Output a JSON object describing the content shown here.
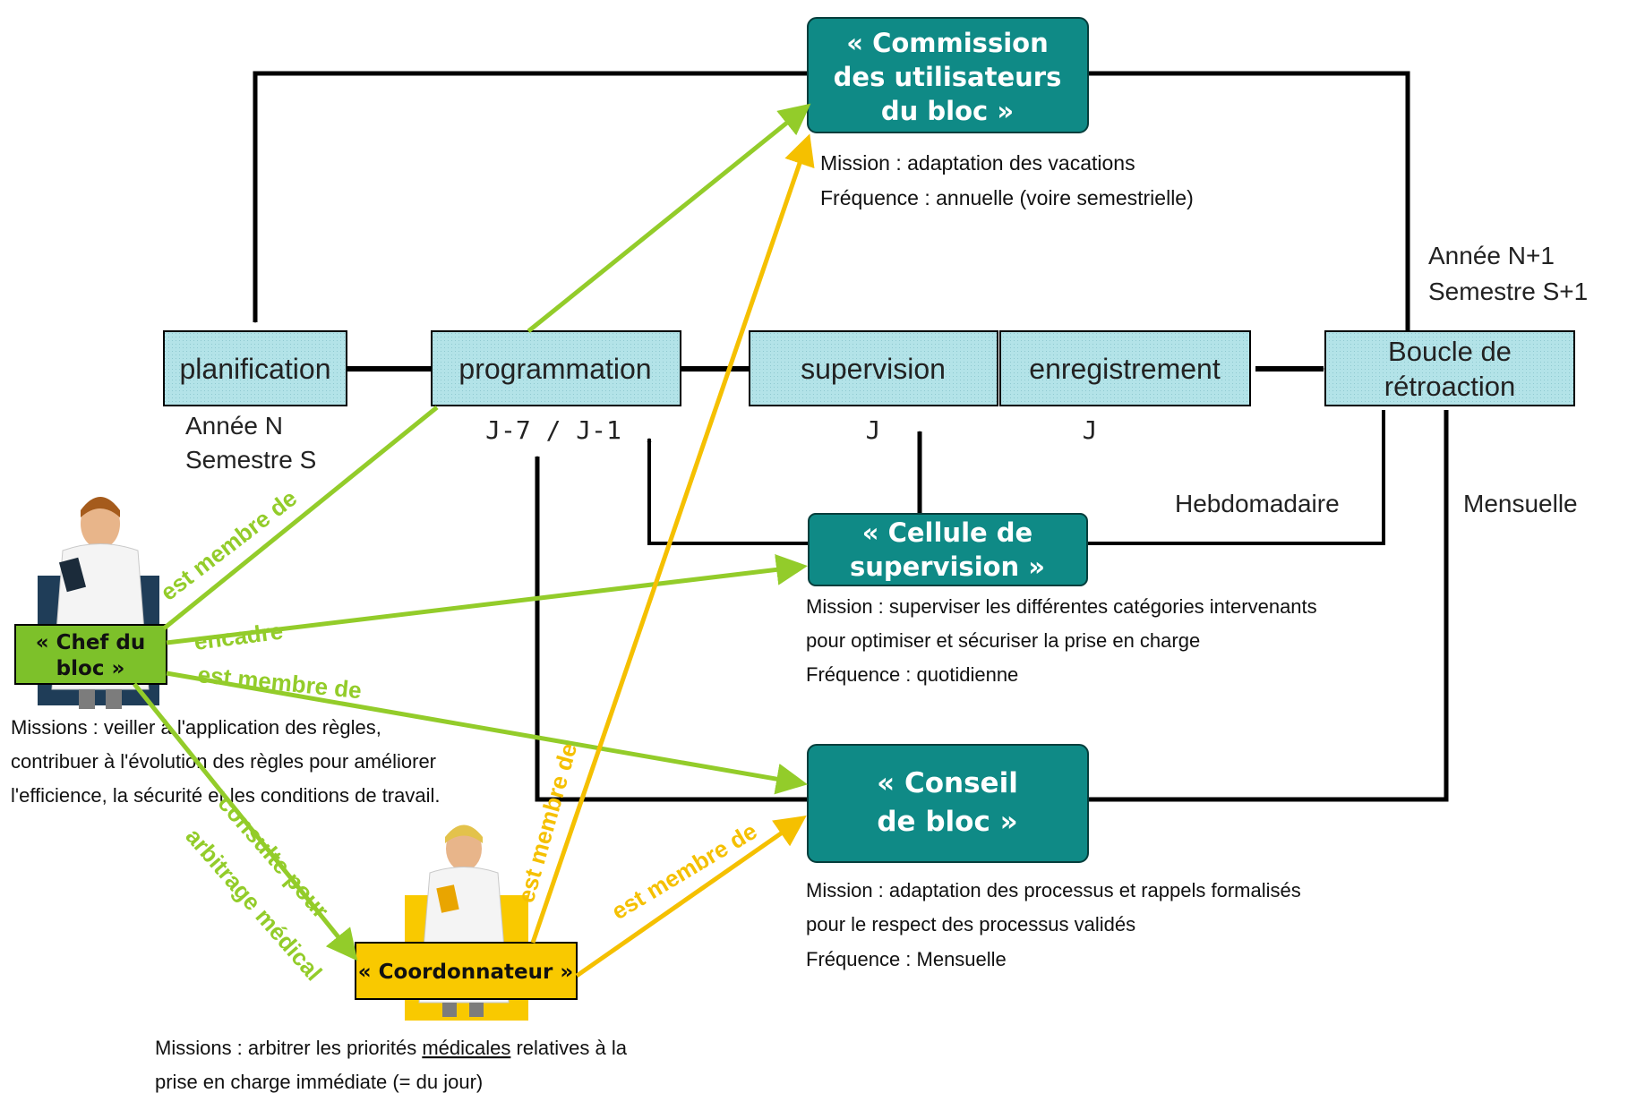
{
  "commission": {
    "title_lines": [
      "« Commission",
      "des utilisateurs",
      "du bloc »"
    ],
    "mission": "Mission : adaptation des vacations",
    "frequence": "Fréquence : annuelle (voire semestrielle)"
  },
  "process": {
    "planification": "planification",
    "programmation": "programmation",
    "supervision": "supervision",
    "enregistrement": "enregistrement",
    "boucle_lines": [
      "Boucle de",
      "rétroaction"
    ]
  },
  "timing": {
    "annee_n": "Année N",
    "semestre_s": "Semestre S",
    "j7_j1": "J-7 / J-1",
    "j_supervision": "J",
    "j_enregistrement": "J",
    "annee_n1": "Année N+1",
    "semestre_s1": "Semestre S+1",
    "hebdomadaire": "Hebdomadaire",
    "mensuelle": "Mensuelle"
  },
  "cellule": {
    "title_lines": [
      "« Cellule de",
      "supervision »"
    ],
    "mission_1": "Mission : superviser les différentes catégories intervenants",
    "mission_2": "pour optimiser et sécuriser la prise en charge",
    "frequence": "Fréquence : quotidienne"
  },
  "conseil": {
    "title_lines": [
      "« Conseil",
      "de bloc »"
    ],
    "mission_1": "Mission : adaptation des processus et rappels formalisés",
    "mission_2": "pour le respect des processus validés",
    "frequence": "Fréquence : Mensuelle"
  },
  "chef": {
    "label_lines": [
      "« Chef du",
      "bloc »"
    ],
    "missions_1": "Missions : veiller à l'application des règles,",
    "missions_2": "contribuer à l'évolution des règles pour améliorer",
    "missions_3": "l'efficience, la sécurité et les conditions de travail."
  },
  "coordonnateur": {
    "label": "« Coordonnateur »",
    "missions_1": "Missions : arbitrer les priorités médicales relatives à la",
    "missions_2": "prise en charge immédiate (= du jour)",
    "underlined_word": "médicales"
  },
  "relations": {
    "chef_programmation": "est membre de",
    "chef_cellule": "encadre",
    "chef_conseil": "est membre de",
    "chef_coord_1": "consulte pour",
    "chef_coord_2": "arbitrage médical",
    "coord_commission": "est membre de",
    "coord_conseil": "est membre de"
  },
  "colors": {
    "teal": "#0f8a86",
    "process_fill": "#aee0e6",
    "green": "#93cc2a",
    "yellow": "#f5c000",
    "chef_fill": "#7dc12a",
    "coord_fill": "#f9c900",
    "black": "#000000"
  }
}
